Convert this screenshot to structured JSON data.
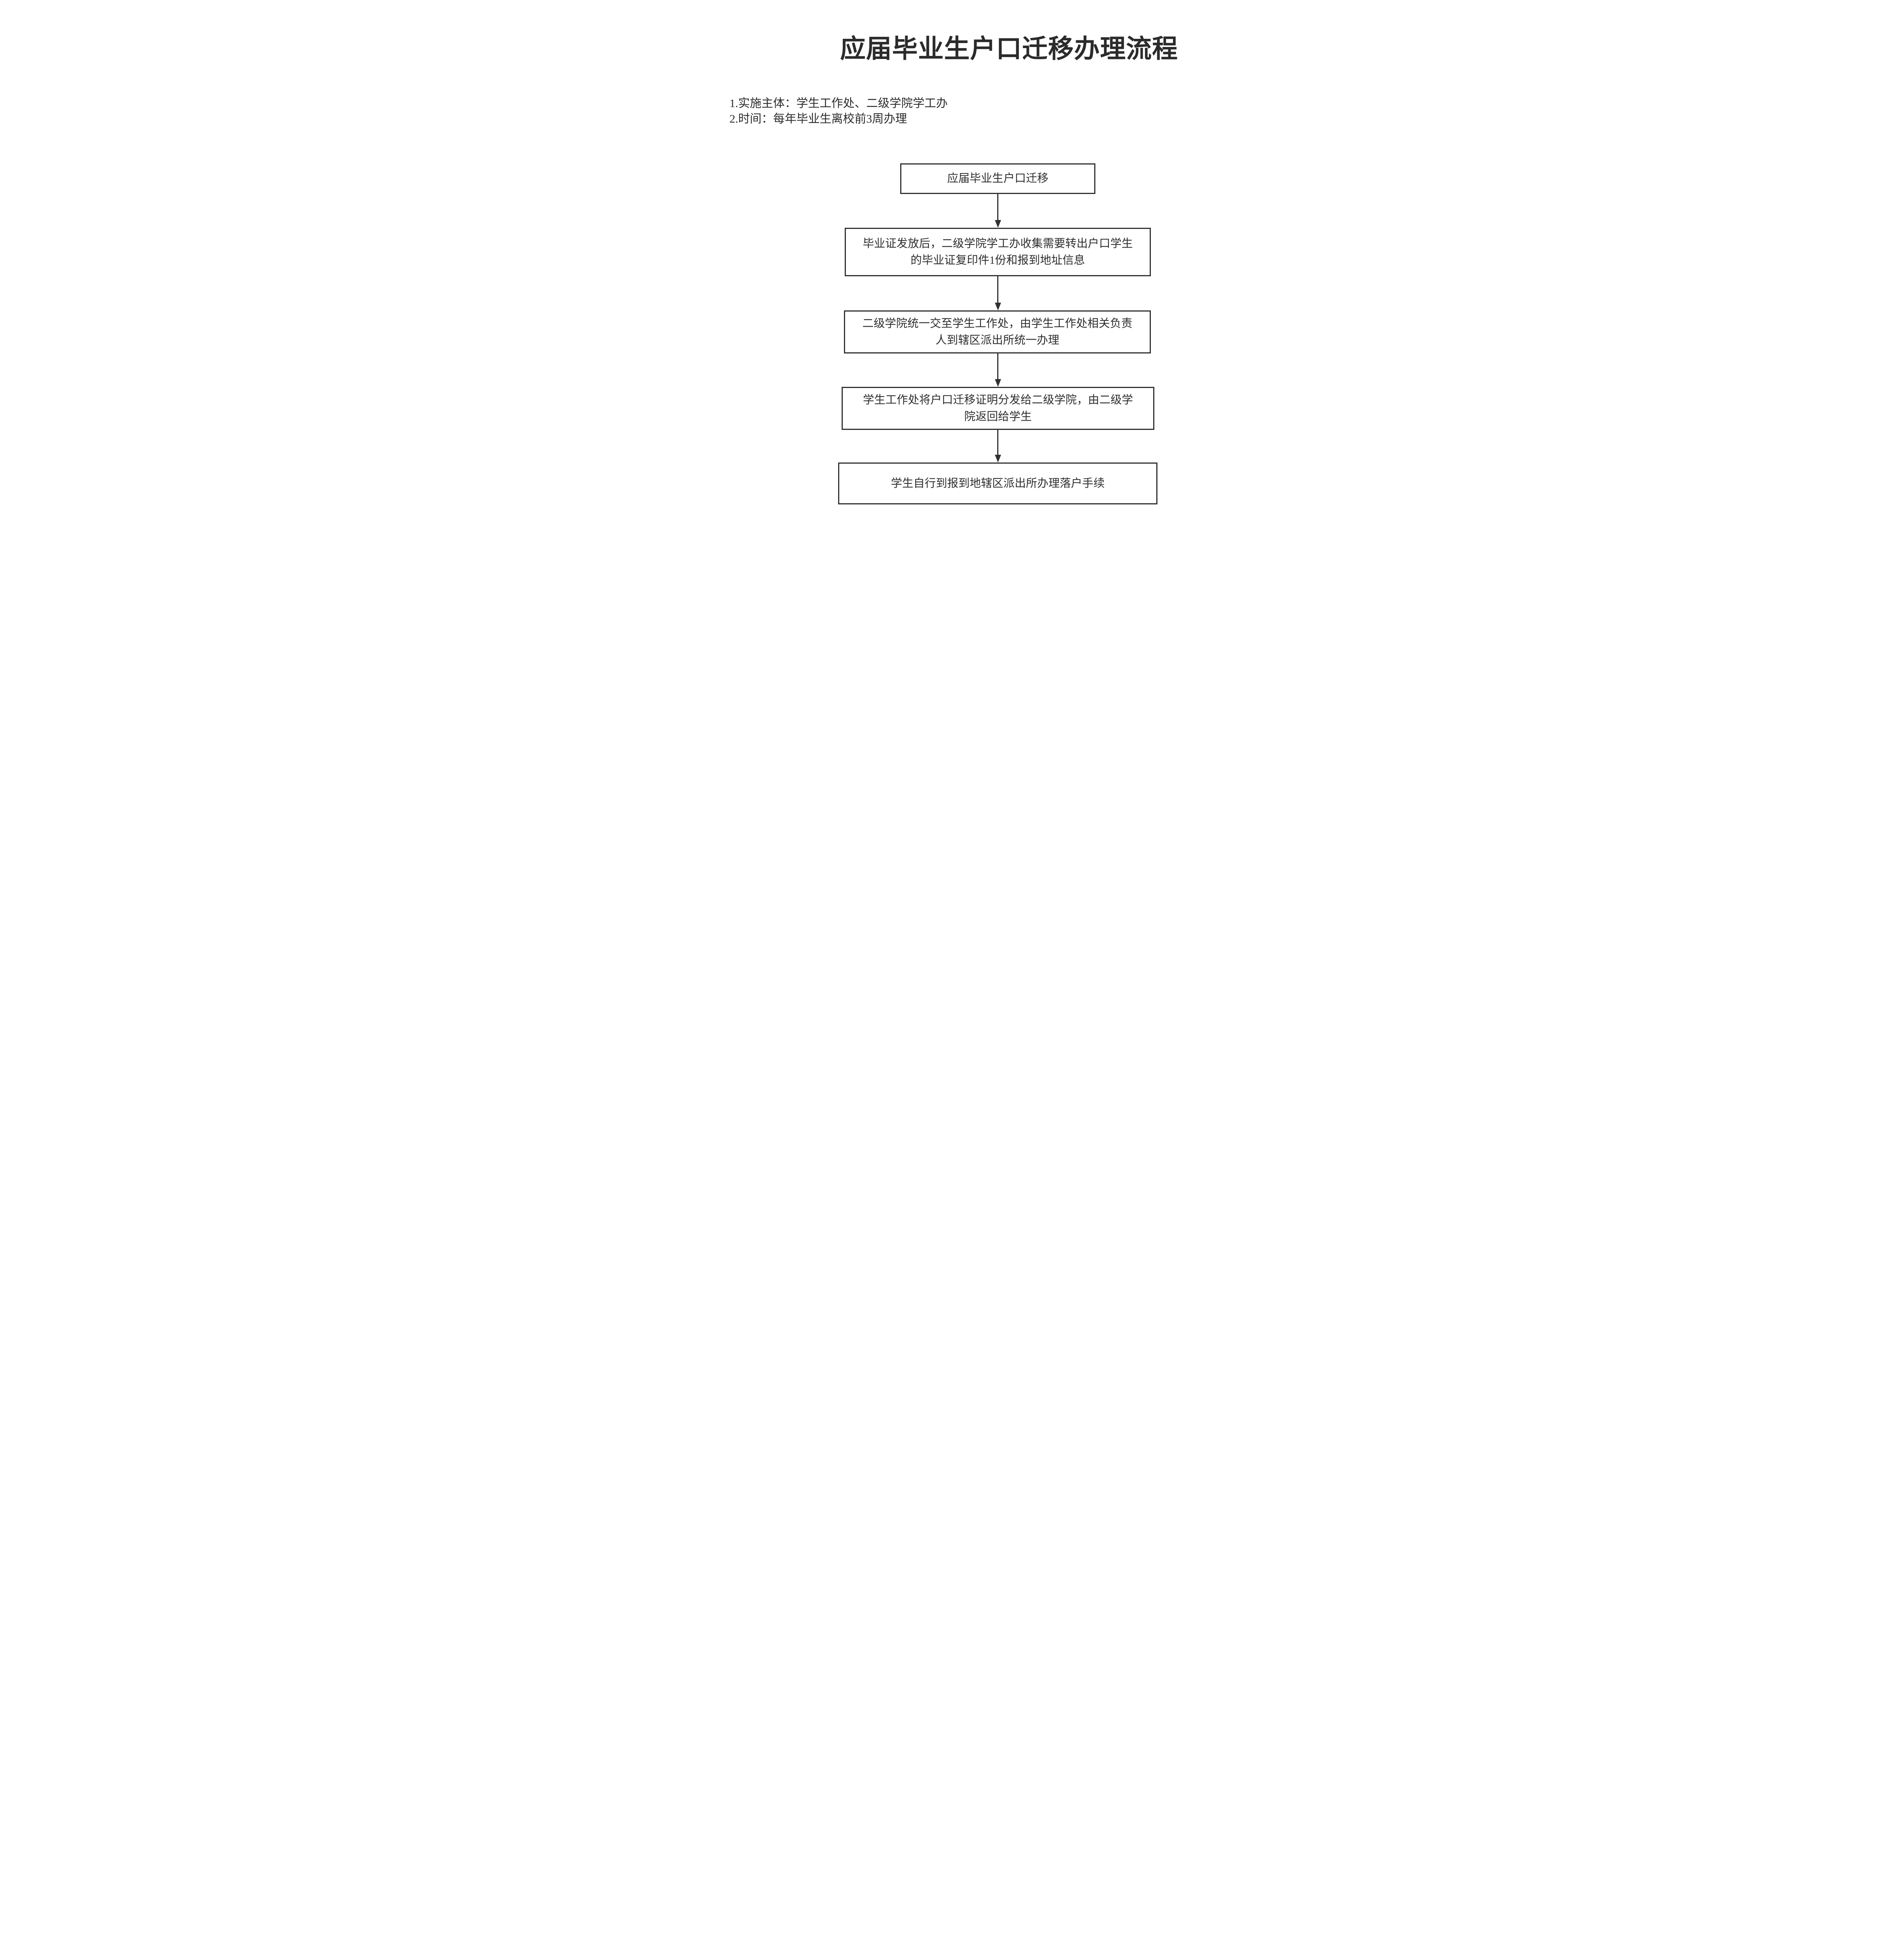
{
  "page": {
    "title": "应届毕业生户口迁移办理流程",
    "notes": [
      {
        "text": "1.实施主体：学生工作处、二级学院学工办"
      },
      {
        "text": "2.时间：每年毕业生离校前3周办理"
      }
    ]
  },
  "flowchart": {
    "nodes": [
      {
        "id": "start",
        "text": "应届毕业生户口迁移"
      },
      {
        "id": "step-2",
        "text": "毕业证发放后，二级学院学工办收集需要转出户口学生的毕业证复印件1份和报到地址信息"
      },
      {
        "id": "step-3",
        "text": "二级学院统一交至学生工作处，由学生工作处相关负责人到辖区派出所统一办理"
      },
      {
        "id": "step-4",
        "text": "学生工作处将户口迁移证明分发给二级学院，由二级学院返回给学生"
      },
      {
        "id": "step-5",
        "text": "学生自行到报到地辖区派出所办理落户手续"
      }
    ],
    "connectors": [
      {
        "from": "start",
        "to": "step-2",
        "type": "arrow-down"
      },
      {
        "from": "step-2",
        "to": "step-3",
        "type": "arrow-down"
      },
      {
        "from": "step-3",
        "to": "step-4",
        "type": "arrow-down"
      },
      {
        "from": "step-4",
        "to": "step-5",
        "type": "arrow-down"
      }
    ],
    "colors": {
      "ink": "#303030",
      "text": "#2e2e2e",
      "background": "#ffffff"
    }
  }
}
